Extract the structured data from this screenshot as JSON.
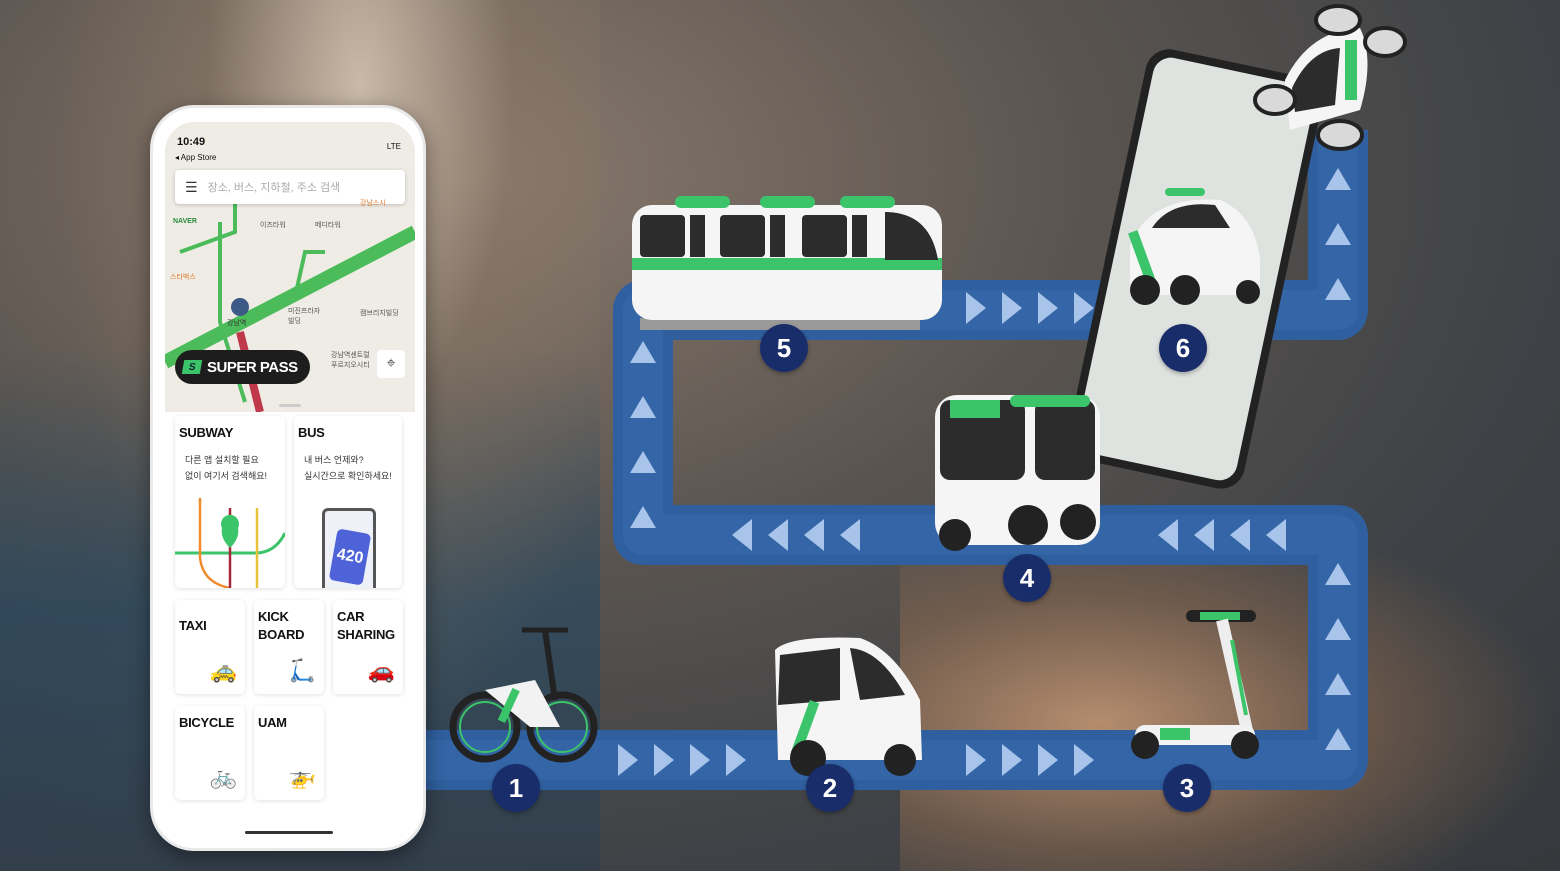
{
  "colors": {
    "route": "#2f5f9e",
    "badge": "#1a2d6b",
    "accent": "#3cc46a"
  },
  "phone": {
    "status_time": "10:49",
    "back_label": "◂ App Store",
    "network": "LTE",
    "search_placeholder": "장소, 버스, 지하철, 주소 검색",
    "menu_icon": "hamburger-icon",
    "map_labels": [
      "NAVER",
      "이즈타워",
      "메디타워",
      "스타벅스",
      "강남역",
      "미진프라자 빌딩",
      "캠브리지빌딩",
      "강남역센트럴 푸르지오시티",
      "강남스시"
    ],
    "super_pass": "SUPER PASS",
    "super_pass_logo": "S",
    "cards": [
      {
        "title": "SUBWAY",
        "desc1": "다른 앱 설치할 필요",
        "desc2": "없이 여기서 검색해요!"
      },
      {
        "title": "BUS",
        "desc1": "내 버스 언제와?",
        "desc2": "실시간으로 확인하세요!",
        "bus_number": "420"
      },
      {
        "title": "TAXI"
      },
      {
        "title": "KICK",
        "title2": "BOARD"
      },
      {
        "title": "CAR",
        "title2": "SHARING"
      },
      {
        "title": "BICYCLE"
      },
      {
        "title": "UAM"
      }
    ]
  },
  "route_steps": [
    "1",
    "2",
    "3",
    "4",
    "5",
    "6"
  ]
}
